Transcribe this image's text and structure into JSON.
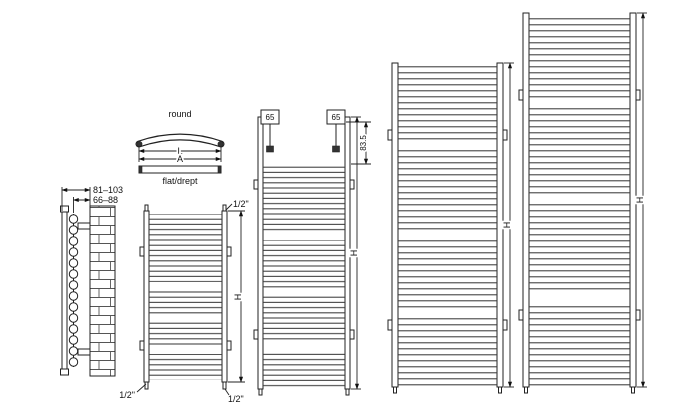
{
  "diagram": {
    "side_view": {
      "dim_outer": "81–103",
      "dim_inner": "66–88"
    },
    "profiles": {
      "round": "round",
      "flat": "flat/drept",
      "length": "L",
      "axis": "A"
    },
    "rad_small": {
      "conn_top": "1/2\"",
      "conn_bottom_left": "1/2\"",
      "conn_bottom_right": "1/2\"",
      "height": "H"
    },
    "rad_medium": {
      "bracket_left": "65",
      "bracket_right": "65",
      "top_offset": "83.5",
      "height": "H"
    },
    "rad_large": {
      "height": "H"
    },
    "rad_xlarge": {
      "height": "H"
    }
  }
}
